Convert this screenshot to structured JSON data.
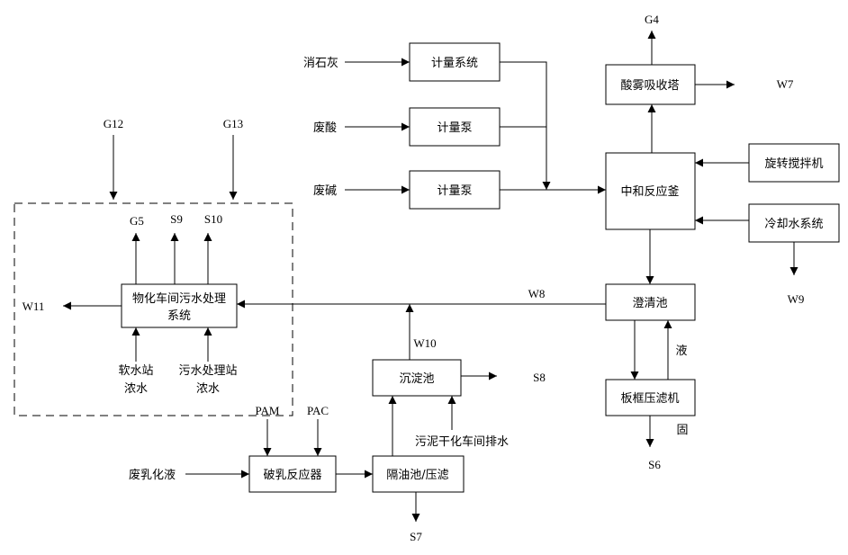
{
  "boxes": {
    "metering_system": "计量系统",
    "metering_pump_1": "计量泵",
    "metering_pump_2": "计量泵",
    "acid_mist_tower": "酸雾吸收塔",
    "neutralization_kettle": "中和反应釜",
    "rotary_stirrer": "旋转搅拌机",
    "cooling_water_system": "冷却水系统",
    "clarifier": "澄清池",
    "plate_frame_press": "板框压滤机",
    "wastewater_treatment_line1": "物化车间污水处理",
    "wastewater_treatment_line2": "系统",
    "sedimentation_tank": "沉淀池",
    "demulsification_reactor": "破乳反应器",
    "oil_separator": "隔油池/压滤"
  },
  "inputs": {
    "slaked_lime": "消石灰",
    "waste_acid": "废酸",
    "waste_alkali": "废碱",
    "waste_emulsion": "废乳化液",
    "soft_water_line1": "软水站",
    "soft_water_line2": "浓水",
    "sewage_station_line1": "污水处理站",
    "sewage_station_line2": "浓水",
    "sludge_drying": "污泥干化车间排水",
    "pam": "PAM",
    "pac": "PAC"
  },
  "streams": {
    "g4": "G4",
    "w7": "W7",
    "w9": "W9",
    "w8": "W8",
    "g12": "G12",
    "g13": "G13",
    "g5": "G5",
    "s9": "S9",
    "s10": "S10",
    "w11": "W11",
    "w10": "W10",
    "s8": "S8",
    "s7": "S7",
    "s6": "S6",
    "liquid": "液",
    "solid": "固"
  }
}
